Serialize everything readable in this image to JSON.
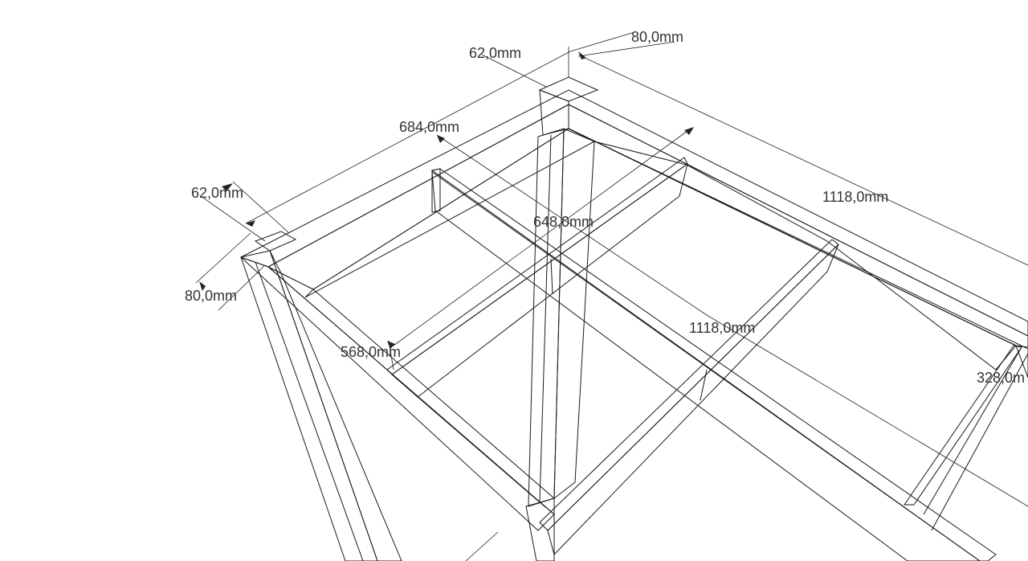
{
  "dimensions": {
    "post_width_top": "62,0mm",
    "post_depth_top": "80,0mm",
    "post_width_left": "62,0mm",
    "post_depth_left": "80,0mm",
    "frame_width": "684,0mm",
    "inner_span": "648,0mm",
    "frame_length": "1118,0mm",
    "center_beam_length": "1118,0mm",
    "cross_beam_length": "568,0mm",
    "right_partial": "328,0m"
  },
  "colors": {
    "frame": "#d6d6d6",
    "frame_inner": "#c4c4c4",
    "center_beam_top": "#f7b8b8",
    "center_beam_side": "#c89c9c",
    "cross_beam_top": "#c8f5c8",
    "cross_beam_side": "#9fcf9f",
    "dark_brace": "#555555"
  }
}
